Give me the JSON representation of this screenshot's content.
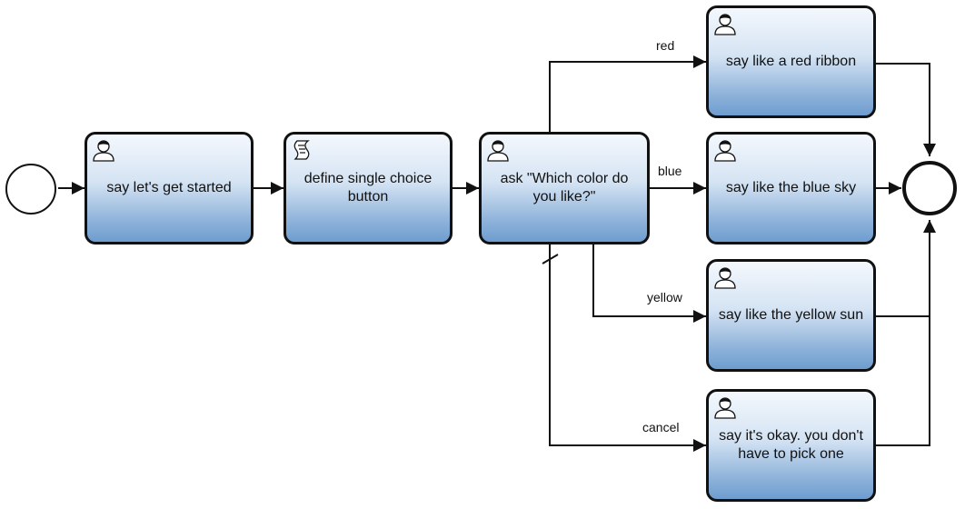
{
  "tasks": {
    "say_started": {
      "label": "say let's get started",
      "icon": "user-icon"
    },
    "define_button": {
      "label": "define single choice button",
      "icon": "script-icon"
    },
    "ask_color": {
      "label": "ask \"Which color do you like?\"",
      "icon": "user-icon"
    },
    "say_red": {
      "label": "say like a red ribbon",
      "icon": "user-icon"
    },
    "say_blue": {
      "label": "say like the blue sky",
      "icon": "user-icon"
    },
    "say_yellow": {
      "label": "say like the yellow sun",
      "icon": "user-icon"
    },
    "say_cancel": {
      "label": "say it's okay. you don't have to pick one",
      "icon": "user-icon"
    }
  },
  "edges": {
    "red": "red",
    "blue": "blue",
    "yellow": "yellow",
    "cancel": "cancel"
  },
  "events": {
    "start": {
      "type": "start-event"
    },
    "end": {
      "type": "end-event"
    }
  },
  "colors": {
    "stroke": "#111111",
    "task_top": "#f4f8fd",
    "task_bottom": "#6e9dd0"
  }
}
